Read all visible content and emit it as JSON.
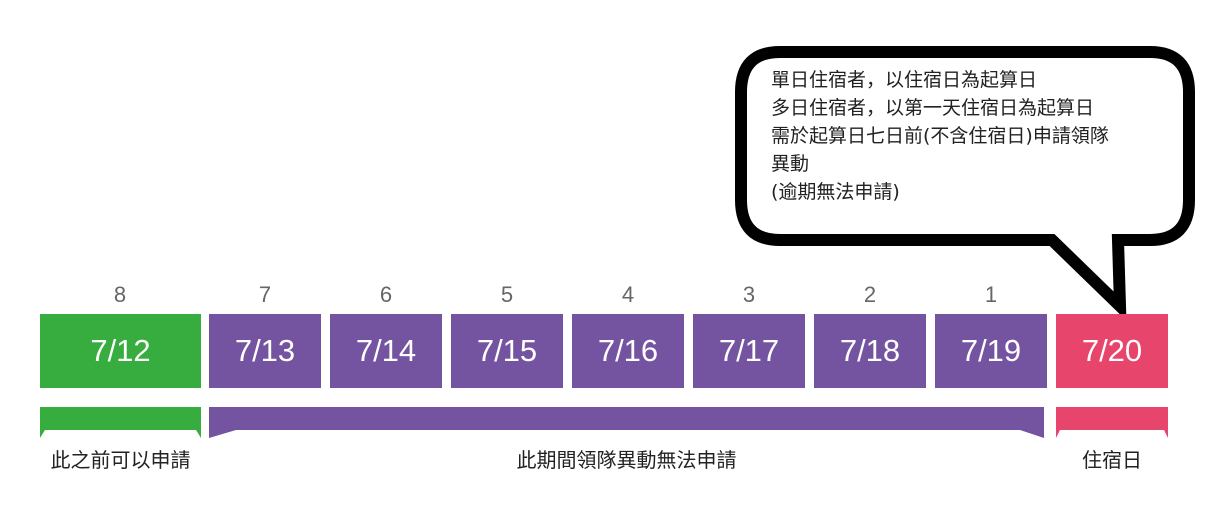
{
  "colors": {
    "green": "#36ad3e",
    "purple": "#7453a0",
    "red": "#e8456c",
    "bubble_border": "#000000"
  },
  "callout": {
    "lines": [
      "單日住宿者，以住宿日為起算日",
      "多日住宿者，以第一天住宿日為起算日",
      "需於起算日七日前(不含住宿日)申請領隊",
      "異動",
      "(逾期無法申請)"
    ]
  },
  "timeline": {
    "days": [
      {
        "count": "8",
        "date": "7/12",
        "type": "green"
      },
      {
        "count": "7",
        "date": "7/13",
        "type": "purple"
      },
      {
        "count": "6",
        "date": "7/14",
        "type": "purple"
      },
      {
        "count": "5",
        "date": "7/15",
        "type": "purple"
      },
      {
        "count": "4",
        "date": "7/16",
        "type": "purple"
      },
      {
        "count": "3",
        "date": "7/17",
        "type": "purple"
      },
      {
        "count": "2",
        "date": "7/18",
        "type": "purple"
      },
      {
        "count": "1",
        "date": "7/19",
        "type": "purple"
      },
      {
        "count": "",
        "date": "7/20",
        "type": "red"
      }
    ]
  },
  "brackets": {
    "before": "此之前可以申請",
    "period": "此期間領隊異動無法申請",
    "stay": "住宿日"
  }
}
